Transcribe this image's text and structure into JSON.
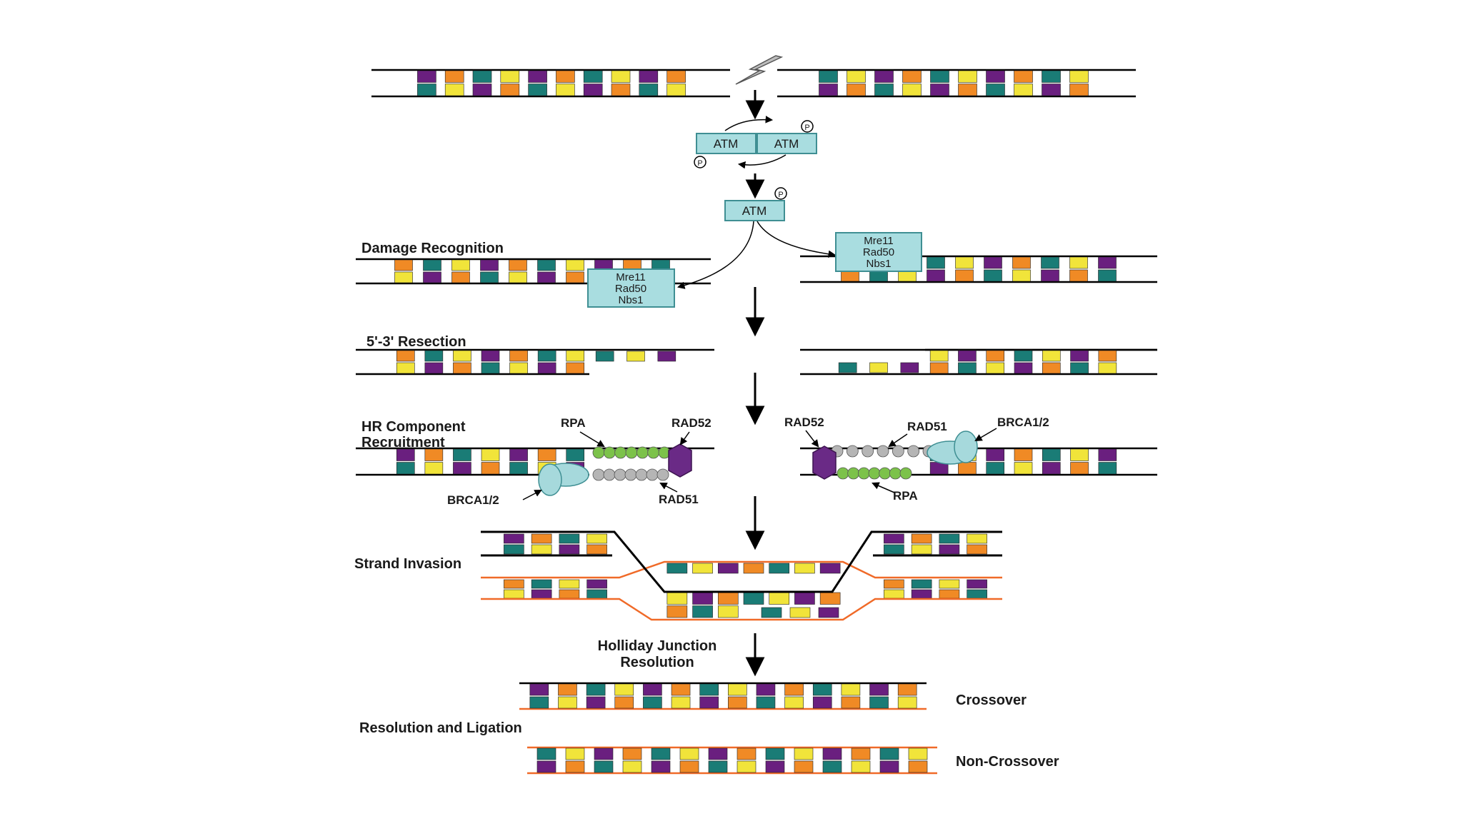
{
  "colors": {
    "purple": "#6a1f7f",
    "orange": "#f08a25",
    "teal": "#1a7c76",
    "yellow": "#f1e43a",
    "protein_box": "#a9dde0",
    "box_border": "#3f8f93",
    "rpa": "#7cc24a",
    "rad51": "#b5b5b5",
    "rad52": "#6a2a86",
    "brca": "#a6d9dc",
    "invading_strand": "#f06a28"
  },
  "icons": {
    "damage": "lightning-bolt-icon",
    "phospho": "phosphate-p-icon"
  },
  "steps": {
    "damage_recognition": "Damage Recognition",
    "resection": "5'-3' Resection",
    "recruitment_line1": "HR Component",
    "recruitment_line2": "Recruitment",
    "strand_invasion": "Strand Invasion",
    "holliday_line1": "Holliday Junction",
    "holliday_line2": "Resolution",
    "ligation": "Resolution and Ligation"
  },
  "proteins": {
    "atm": "ATM",
    "phospho_label": "P",
    "mrn_line1": "Mre11",
    "mrn_line2": "Rad50",
    "mrn_line3": "Nbs1",
    "rpa": "RPA",
    "rad52": "RAD52",
    "rad51": "RAD51",
    "brca": "BRCA1/2"
  },
  "outcomes": {
    "crossover": "Crossover",
    "non_crossover": "Non-Crossover"
  }
}
